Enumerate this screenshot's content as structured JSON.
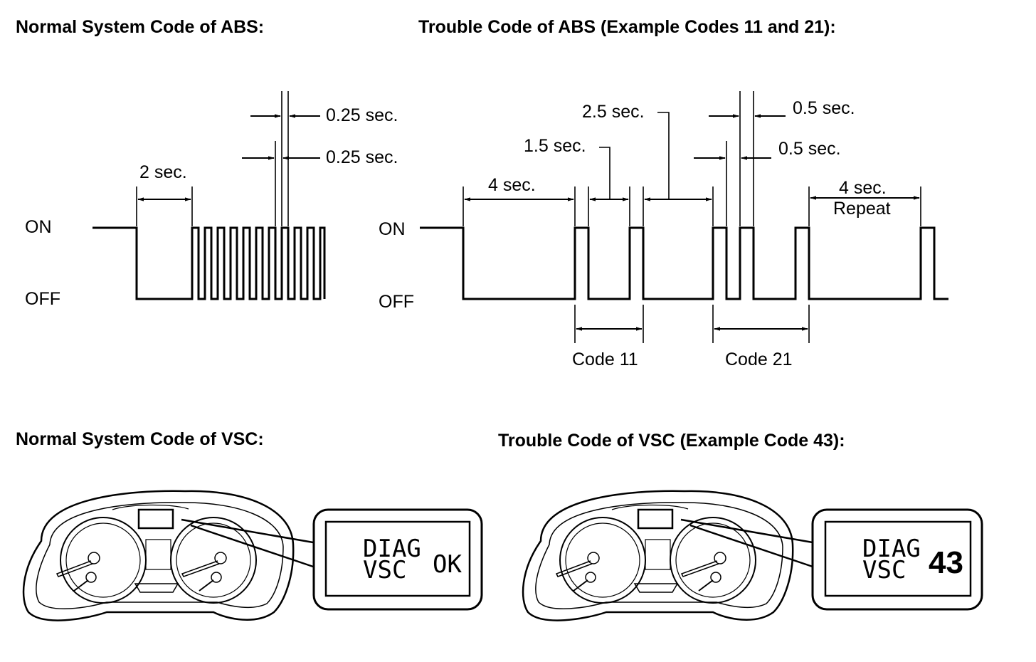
{
  "abs_normal": {
    "title": "Normal System Code of ABS:",
    "on_label": "ON",
    "off_label": "OFF",
    "dim_2sec": "2 sec.",
    "dim_025_top": "0.25 sec.",
    "dim_025_bottom": "0.25 sec."
  },
  "abs_trouble": {
    "title": "Trouble Code of ABS (Example Codes 11 and 21):",
    "on_label": "ON",
    "off_label": "OFF",
    "dim_4sec": "4 sec.",
    "dim_15sec": "1.5 sec.",
    "dim_25sec": "2.5 sec.",
    "dim_05_top": "0.5 sec.",
    "dim_05_bottom": "0.5 sec.",
    "dim_4sec_repeat": "4 sec.",
    "repeat_label": "Repeat",
    "code11_label": "Code 11",
    "code21_label": "Code 21"
  },
  "vsc_normal": {
    "title": "Normal System Code of VSC:",
    "display_line1": "DIAG",
    "display_line2": "VSC",
    "display_status": "OK"
  },
  "vsc_trouble": {
    "title": "Trouble Code of VSC (Example Code 43):",
    "display_line1": "DIAG",
    "display_line2": "VSC",
    "display_code": "43"
  }
}
